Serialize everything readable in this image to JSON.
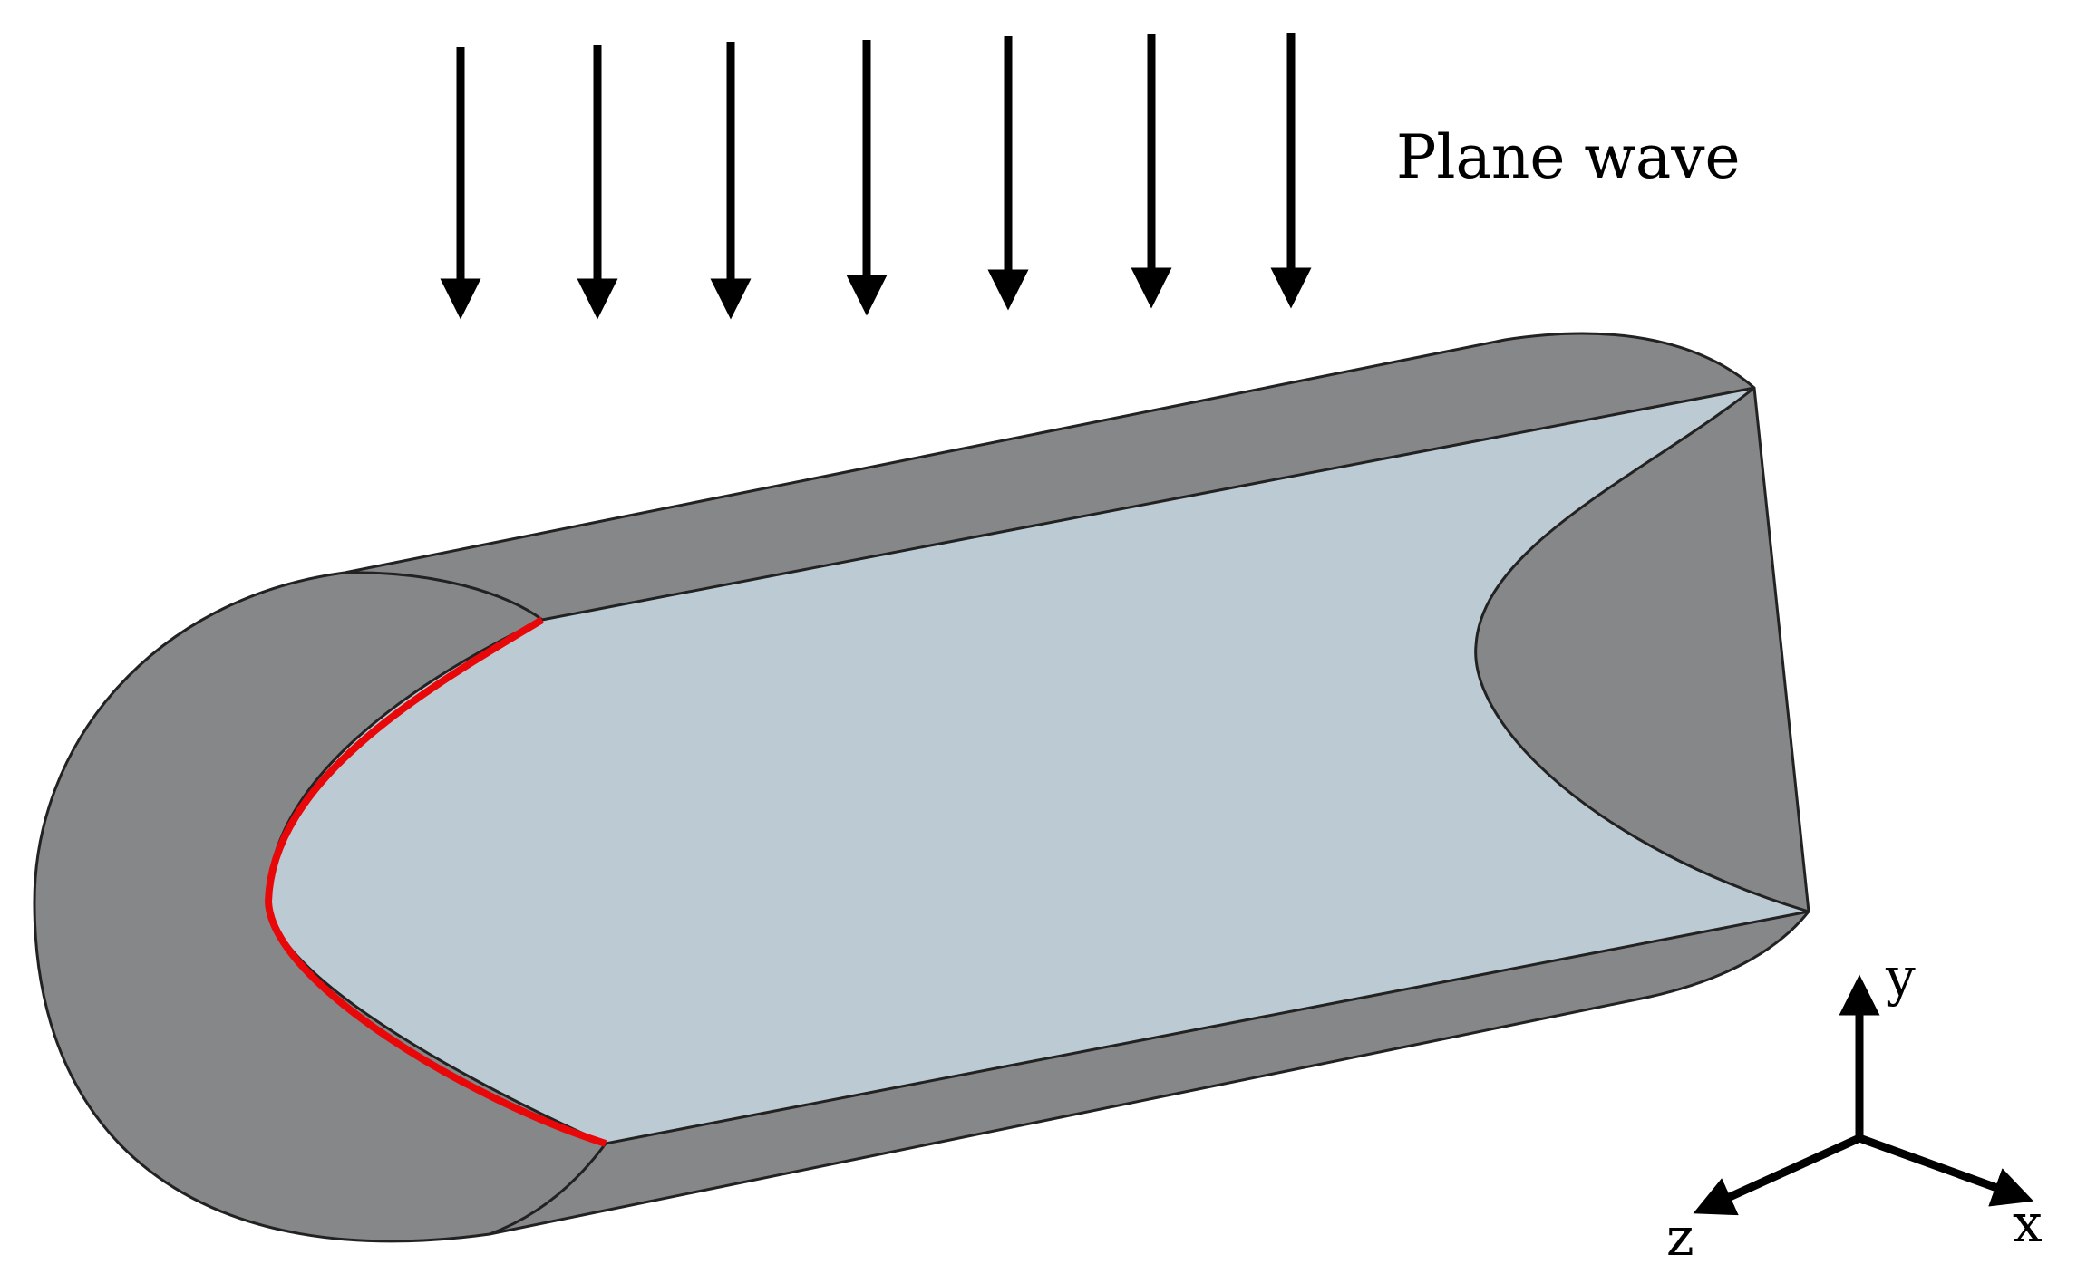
{
  "plane_wave_label": "Plane wave",
  "plane_wave_arrows": 7,
  "axes": {
    "x": "x",
    "y": "y",
    "z": "z"
  },
  "colors": {
    "background": "#ffffff",
    "tube_outer": "#858789",
    "inner_surface": "#bccbd3",
    "highlight_curve": "#e8080a",
    "outline": "#222222",
    "arrow": "#000000"
  }
}
